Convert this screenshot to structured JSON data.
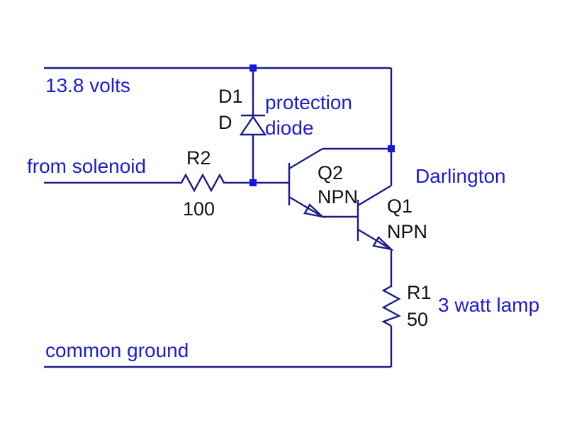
{
  "nets": {
    "supply": "13.8 volts",
    "input": "from solenoid",
    "ground": "common ground"
  },
  "components": {
    "d1": {
      "ref": "D1",
      "value": "D",
      "note1": "protection",
      "note2": "diode"
    },
    "r2": {
      "ref": "R2",
      "value": "100"
    },
    "q2": {
      "ref": "Q2",
      "type": "NPN"
    },
    "q1": {
      "ref": "Q1",
      "type": "NPN"
    },
    "r1": {
      "ref": "R1",
      "value": "50",
      "note": "3 watt lamp"
    }
  },
  "annotations": {
    "pair": "Darlington"
  },
  "colors": {
    "wire": "#1a1a8c",
    "node": "#1515e0",
    "net_label": "#1b1bd6",
    "part_label": "#111111"
  }
}
